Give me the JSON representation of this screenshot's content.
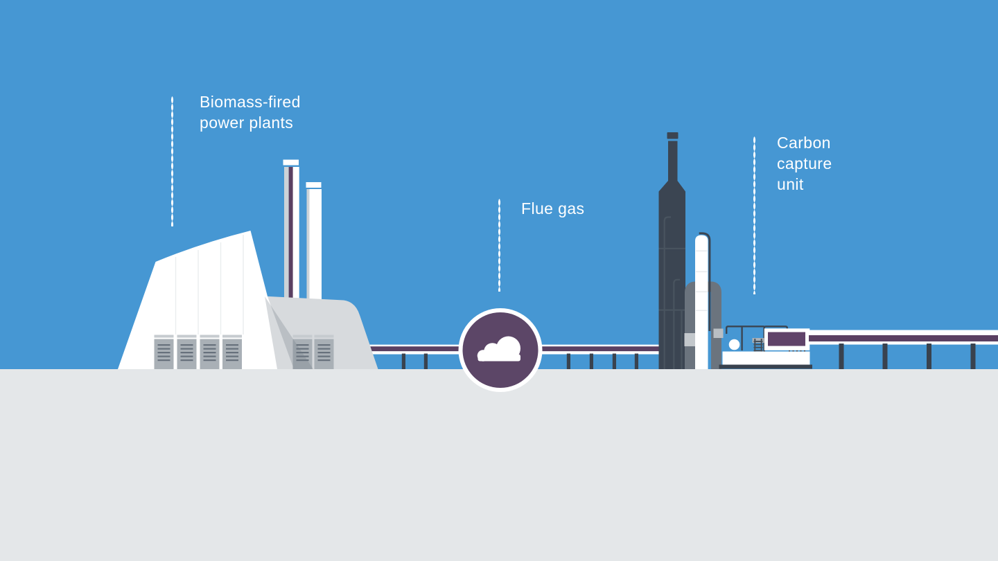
{
  "scene": {
    "description": "Flat infographic of a biomass-fired power plant sending flue gas through a pipeline to a carbon capture unit",
    "colors": {
      "sky": "#4697d3",
      "ground": "#e4e7e9",
      "purple_circle": "#5c4667",
      "pipe_stripe": "#5a4062",
      "purple_box": "#604369",
      "dark_slate": "#3b4552",
      "post_dark": "#39424e",
      "building_gray": "#d7dadd",
      "building_shade": "#6e7a85",
      "pipe_gray": "#6b747e",
      "white": "#ffffff"
    },
    "labels": {
      "biomass": "Biomass-fired power plants",
      "flue_gas": "Flue gas",
      "carbon_capture": "Carbon capture unit"
    },
    "icons": [
      {
        "name": "cloud-icon",
        "glyph": "cloud",
        "color": "#ffffff"
      }
    ]
  }
}
